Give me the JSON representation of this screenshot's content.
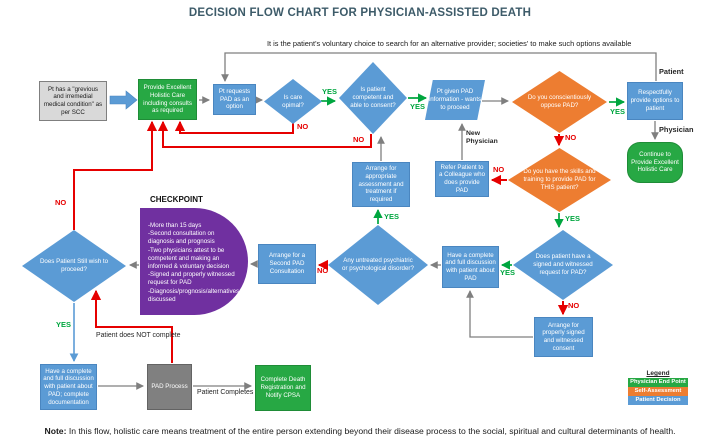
{
  "title": "DECISION FLOW CHART FOR PHYSICIAN-ASSISTED DEATH",
  "annotation": "It is the patient's voluntary choice to search for an alternative provider; societies' to make such options available",
  "nodes": {
    "scc": "Pt has a \"grevious and irremedial medical condition\" as per SCC",
    "holistic": "Provide Excellent Holistic Care including consults as required",
    "request_pad": "Pt requests PAD as an option",
    "care_optimal": "Is care opimal?",
    "competent": "Is patient competent and able to consent?",
    "given_info": "Pt given PAD information - wants to proceed",
    "oppose": "Do you conscientiously oppose PAD?",
    "provide_options": "Respectfully provide options to patient",
    "continue_holistic": "Continue to Provide Excellent Holistic Care",
    "skills": "Do you have the skills and training to provide PAD for THIS patient?",
    "refer": "Refer Patient to a Colleague who does provide PAD",
    "assessment": "Arrange for appropriate assessment and treatment if required",
    "psych": "Any untreated psychiatric or psychological disorder?",
    "signed_request": "Does patient have a signed and witnessed request for PAD?",
    "discussion": "Have a complete and full discussion with patient about PAD",
    "consent": "Arrange for properly signed and witnessed consent",
    "second_consult": "Arrange for a Second PAD Consultation",
    "still_wish": "Does Patient Still wish to proceed?",
    "discussion_doc": "Have a complete and full discussion with patient about PAD; complete documentation",
    "pad_process": "PAD Process",
    "death_reg": "Complete Death Registration and Notify CPSA"
  },
  "checkpoint": {
    "title": "CHECKPOINT",
    "items": [
      "-More than 15 days",
      "-Second consultation on diagnosis and prognosis",
      "-Two physicians attest to be competent and making an informed & voluntary decision",
      "-Signed and properly witnessed request for PAD",
      "-Diagnosis/prognosis/alternatives discussed"
    ]
  },
  "labels": {
    "yes": "YES",
    "no": "NO",
    "patient": "Patient",
    "physician": "Physician",
    "new_physician": "New Physician",
    "patient_completes": "Patient Completes",
    "patient_not_complete": "Patient does NOT complete"
  },
  "legend": {
    "title": "Legend",
    "items": [
      {
        "label": "Physician End Point",
        "color": "#27a844"
      },
      {
        "label": "Self-Assessment",
        "color": "#ed7d31"
      },
      {
        "label": "Patient Decision",
        "color": "#5b9bd5"
      }
    ]
  },
  "note": {
    "label": "Note:",
    "text": " In this flow, holistic care means treatment of the entire person extending beyond their disease process to the social, spiritual and cultural determinants of health."
  },
  "colors": {
    "blue": "#5b9bd5",
    "orange": "#ed7d31",
    "green": "#27a844",
    "purple": "#7030a0",
    "gray_box": "#d9d9d9",
    "dark_gray_box": "#808080",
    "yes_green": "#00a63f",
    "no_red": "#e60000",
    "title": "#3d5b69"
  }
}
